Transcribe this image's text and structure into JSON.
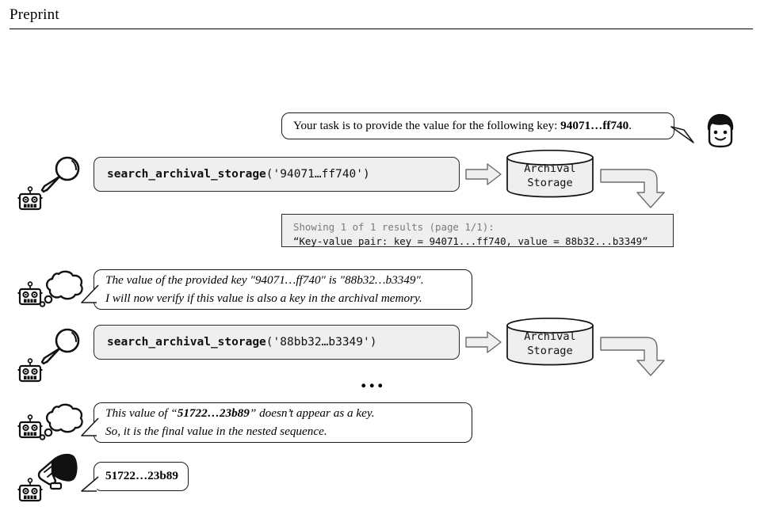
{
  "header": {
    "title": "Preprint"
  },
  "user_request": {
    "icon": "user-avatar-icon",
    "text_prefix": "Your task is to provide the value for the following key: ",
    "key": "94071…ff740",
    "text_suffix": "."
  },
  "steps": [
    {
      "agent_icon": "robot-icon",
      "action_icon": "magnifier-icon",
      "call_fn": "search_archival_storage",
      "call_arg": "('94071…ff740')",
      "storage_label_line1": "Archival",
      "storage_label_line2": "Storage",
      "result_meta": "Showing 1 of 1 results (page 1/1):",
      "result_value": "“Key-value pair: key = 94071...ff740, value = 88b32...b3349”"
    },
    {
      "agent_icon": "robot-icon",
      "action_icon": "thought-cloud-icon",
      "thought_line1_a": "The value of the provided key \"94071…ff740\" is \"88b32…b3349\".",
      "thought_line2_a": "I will now verify if this value is also a key in the archival memory."
    },
    {
      "agent_icon": "robot-icon",
      "action_icon": "magnifier-icon",
      "call_fn": "search_archival_storage",
      "call_arg": "('88bb32…b3349')",
      "storage_label_line1": "Archival",
      "storage_label_line2": "Storage"
    }
  ],
  "ellipsis": "...",
  "final_thought": {
    "agent_icon": "robot-icon",
    "action_icon": "thought-cloud-icon",
    "line1_prefix": "This value of “",
    "line1_key": "51722…23b89",
    "line1_suffix": "” doesn’t appear as a key.",
    "line2": "So, it is the final value in the nested sequence."
  },
  "final_answer": {
    "agent_icon": "robot-icon",
    "action_icon": "megaphone-icon",
    "value": "51722…23b89"
  },
  "colors": {
    "box_fill": "#efefef",
    "box_border": "#2b2b2b",
    "meta_text": "#7a7a7a",
    "page_bg": "#ffffff"
  }
}
